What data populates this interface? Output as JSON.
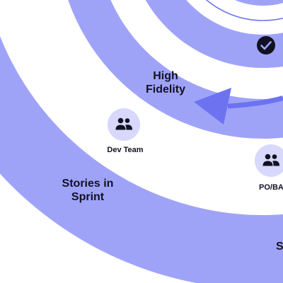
{
  "diagram": {
    "colors": {
      "ring": "#9fa3f8",
      "line": "#6d72f0",
      "arrow": "#6d72f0",
      "check_badge": "#111122",
      "icon_bg": "#d7d8fb",
      "icon_fg": "#111122",
      "text": "#111122"
    },
    "labels": {
      "high_fidelity_line1": "High",
      "high_fidelity_line2": "Fidelity",
      "stories_line1": "Stories in",
      "stories_line2": "Sprint",
      "dev_team": "Dev Team",
      "po_ba": "PO/BA",
      "cut_bottom_right": "S"
    },
    "icons": {
      "check": "check-circle-icon",
      "dev_team": "people-icon",
      "po_ba": "people-icon"
    }
  }
}
